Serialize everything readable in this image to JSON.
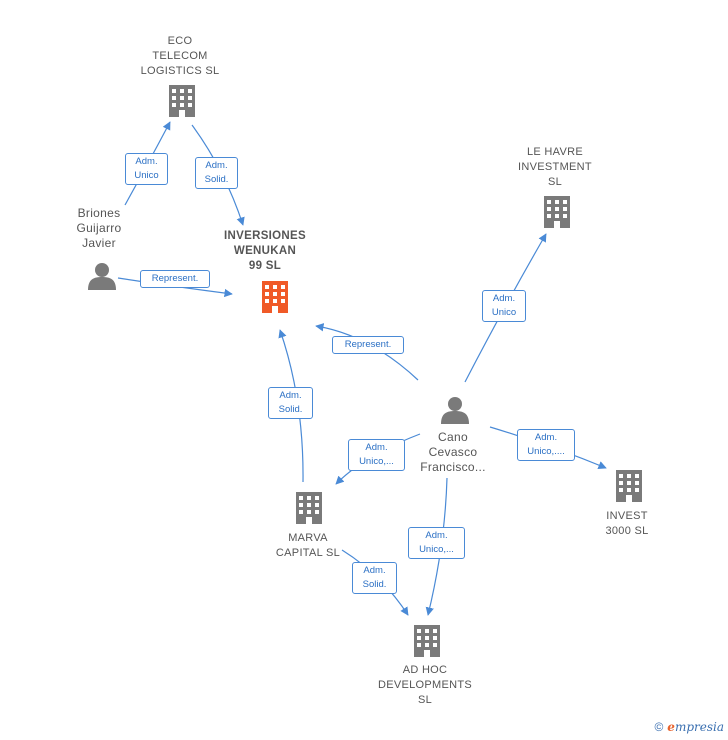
{
  "nodes": {
    "eco": {
      "label": "ECO\nTELECOM\nLOGISTICS SL",
      "icon": "building-icon"
    },
    "wenukan": {
      "label": "INVERSIONES\nWENUKAN\n99  SL",
      "icon": "building-icon",
      "color": "#f05a28"
    },
    "lehavre": {
      "label": "LE HAVRE\nINVESTMENT\nSL",
      "icon": "building-icon"
    },
    "briones": {
      "label": "Briones\nGuijarro\nJavier",
      "icon": "person-icon"
    },
    "cano": {
      "label": "Cano\nCevasco\nFrancisco...",
      "icon": "person-icon"
    },
    "marva": {
      "label": "MARVA\nCAPITAL  SL",
      "icon": "building-icon"
    },
    "invest": {
      "label": "INVEST\n3000 SL",
      "icon": "building-icon"
    },
    "adhoc": {
      "label": "AD HOC\nDEVELOPMENTS\nSL",
      "icon": "building-icon"
    }
  },
  "edges": {
    "briones_eco": "Adm.\nUnico",
    "eco_wenukan": "Adm.\nSolid.",
    "briones_wenukan": "Represent.",
    "cano_lehavre": "Adm.\nUnico",
    "cano_wenukan": "Represent.",
    "marva_wenukan": "Adm.\nSolid.",
    "cano_marva": "Adm.\nUnico,...",
    "cano_invest": "Adm.\nUnico,....",
    "cano_adhoc": "Adm.\nUnico,...",
    "marva_adhoc": "Adm.\nSolid."
  },
  "colors": {
    "edge": "#4a8ad6",
    "node": "#7a7a7a",
    "main": "#f05a28"
  },
  "footer": {
    "copyright": "©",
    "brand_first": "e",
    "brand_rest": "mpresia"
  }
}
